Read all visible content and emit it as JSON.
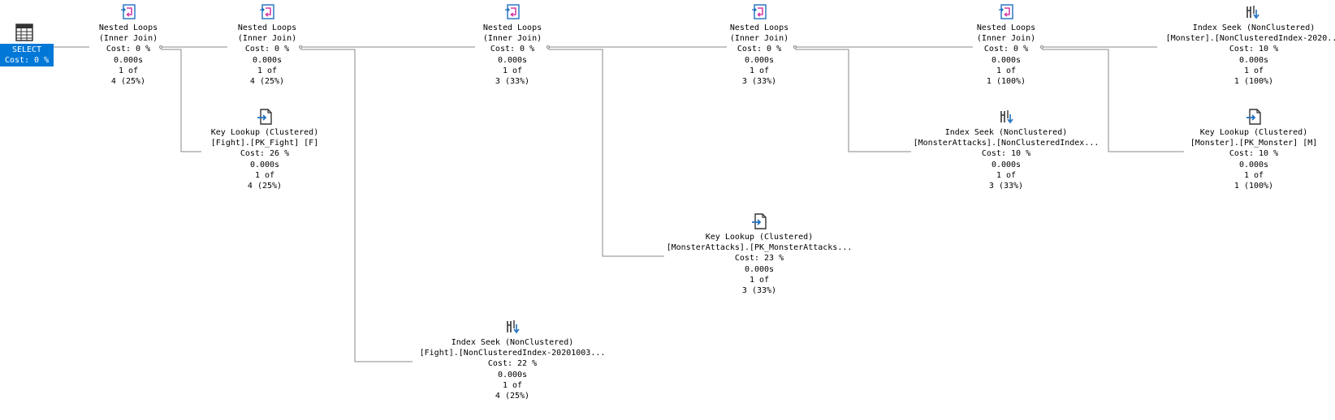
{
  "select": {
    "title": "SELECT",
    "cost": "Cost: 0 %"
  },
  "nodes": {
    "nl1": {
      "l1": "Nested Loops",
      "l2": "(Inner Join)",
      "cost": "Cost: 0 %",
      "time": "0.000s",
      "rows": "1 of",
      "est": "4 (25%)"
    },
    "nl2": {
      "l1": "Nested Loops",
      "l2": "(Inner Join)",
      "cost": "Cost: 0 %",
      "time": "0.000s",
      "rows": "1 of",
      "est": "4 (25%)"
    },
    "nl3": {
      "l1": "Nested Loops",
      "l2": "(Inner Join)",
      "cost": "Cost: 0 %",
      "time": "0.000s",
      "rows": "1 of",
      "est": "3 (33%)"
    },
    "nl4": {
      "l1": "Nested Loops",
      "l2": "(Inner Join)",
      "cost": "Cost: 0 %",
      "time": "0.000s",
      "rows": "1 of",
      "est": "3 (33%)"
    },
    "nl5": {
      "l1": "Nested Loops",
      "l2": "(Inner Join)",
      "cost": "Cost: 0 %",
      "time": "0.000s",
      "rows": "1 of",
      "est": "1 (100%)"
    },
    "is_monster": {
      "l1": "Index Seek (NonClustered)",
      "l2": "[Monster].[NonClusteredIndex-2020...",
      "cost": "Cost: 10 %",
      "time": "0.000s",
      "rows": "1 of",
      "est": "1 (100%)"
    },
    "kl_fight": {
      "l1": "Key Lookup (Clustered)",
      "l2": "[Fight].[PK_Fight] [F]",
      "cost": "Cost: 26 %",
      "time": "0.000s",
      "rows": "1 of",
      "est": "4 (25%)"
    },
    "is_ma": {
      "l1": "Index Seek (NonClustered)",
      "l2": "[MonsterAttacks].[NonClusteredIndex...",
      "cost": "Cost: 10 %",
      "time": "0.000s",
      "rows": "1 of",
      "est": "3 (33%)"
    },
    "kl_monster": {
      "l1": "Key Lookup (Clustered)",
      "l2": "[Monster].[PK_Monster] [M]",
      "cost": "Cost: 10 %",
      "time": "0.000s",
      "rows": "1 of",
      "est": "1 (100%)"
    },
    "kl_ma": {
      "l1": "Key Lookup (Clustered)",
      "l2": "[MonsterAttacks].[PK_MonsterAttacks...",
      "cost": "Cost: 23 %",
      "time": "0.000s",
      "rows": "1 of",
      "est": "3 (33%)"
    },
    "is_fight": {
      "l1": "Index Seek (NonClustered)",
      "l2": "[Fight].[NonClusteredIndex-20201003...",
      "cost": "Cost: 22 %",
      "time": "0.000s",
      "rows": "1 of",
      "est": "4 (25%)"
    }
  },
  "icons": {
    "select": "select-table-icon",
    "nested_loops": "nested-loops-icon",
    "index_seek": "index-seek-icon",
    "key_lookup": "key-lookup-icon"
  },
  "colors": {
    "selected_bg": "#0078d7",
    "loop_pink": "#d63fa6",
    "icon_blue": "#1e6fbf",
    "edge": "#8a8a8a"
  }
}
